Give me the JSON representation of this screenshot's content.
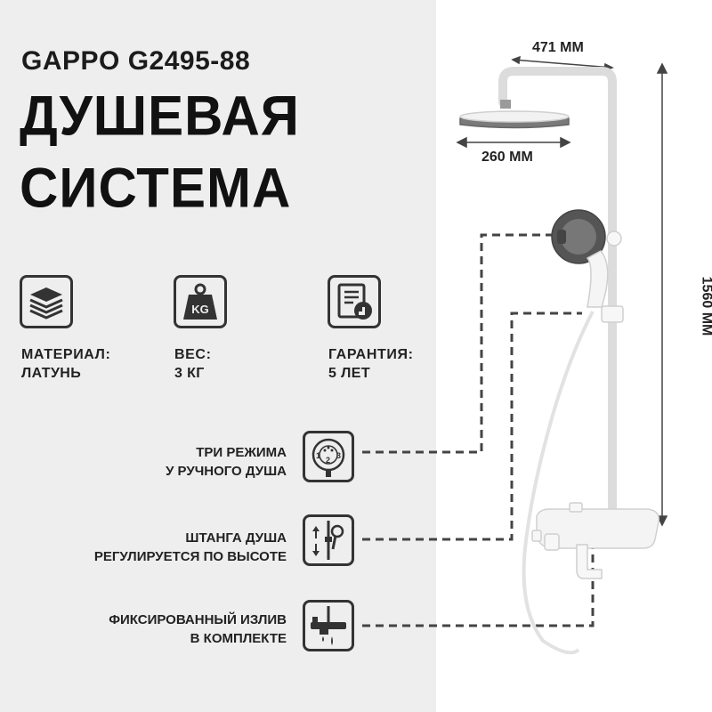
{
  "brand": "GAPPO G2495-88",
  "title": {
    "line1": "ДУШЕВАЯ",
    "line2": "СИСТЕМА"
  },
  "specs": [
    {
      "icon": "layers-icon",
      "label": "МАТЕРИАЛ:",
      "value": "ЛАТУНЬ"
    },
    {
      "icon": "weight-icon",
      "label": "ВЕС:",
      "value": "3 КГ",
      "icon_text": "KG"
    },
    {
      "icon": "certificate-icon",
      "label": "ГАРАНТИЯ:",
      "value": "5 ЛЕТ"
    }
  ],
  "features": [
    {
      "icon": "shower-modes-icon",
      "line1": "ТРИ РЕЖИМА",
      "line2": "У РУЧНОГО ДУША"
    },
    {
      "icon": "height-adjust-icon",
      "line1": "ШТАНГА ДУША",
      "line2": "РЕГУЛИРУЕТСЯ ПО ВЫСОТЕ"
    },
    {
      "icon": "spout-icon",
      "line1": "ФИКСИРОВАННЫЙ ИЗЛИВ",
      "line2": "В КОМПЛЕКТЕ"
    }
  ],
  "dimensions": {
    "top_width": "471 ММ",
    "head_diameter": "260 ММ",
    "height": "1560 ММ"
  },
  "colors": {
    "left_panel": "#eeeeee",
    "text": "#1b1b1b",
    "product": "#f7f7f7",
    "outline": "#cfcfcf"
  }
}
